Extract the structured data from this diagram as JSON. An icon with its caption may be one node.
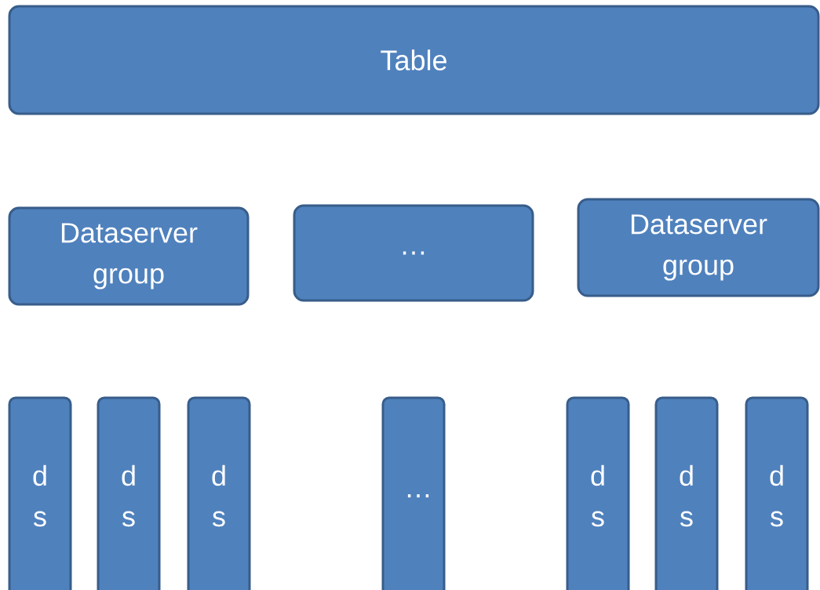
{
  "diagram": {
    "nodes": [
      {
        "text": [
          "Table"
        ]
      },
      {
        "text": [
          "Dataserver group"
        ]
      },
      {
        "text": [
          "…"
        ]
      },
      {
        "text": [
          "Dataserver group"
        ]
      },
      {
        "text": [
          "d s"
        ]
      },
      {
        "text": [
          "d s"
        ]
      },
      {
        "text": [
          "d s"
        ]
      },
      {
        "text": [
          "…"
        ]
      },
      {
        "text": [
          "d s"
        ]
      },
      {
        "text": [
          "d s"
        ]
      },
      {
        "text": [
          "d s"
        ]
      }
    ]
  }
}
